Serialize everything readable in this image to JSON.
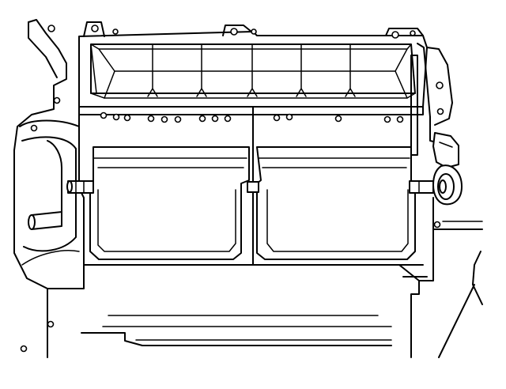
{
  "figure": {
    "background": "#ffffff",
    "stroke_color": "#000000",
    "components": [
      "hvac-module-housing",
      "air-inlet-grille",
      "left-filter-door",
      "right-filter-door",
      "door-pivot-shaft",
      "door-actuator",
      "left-side-duct",
      "right-side-bracket"
    ]
  }
}
